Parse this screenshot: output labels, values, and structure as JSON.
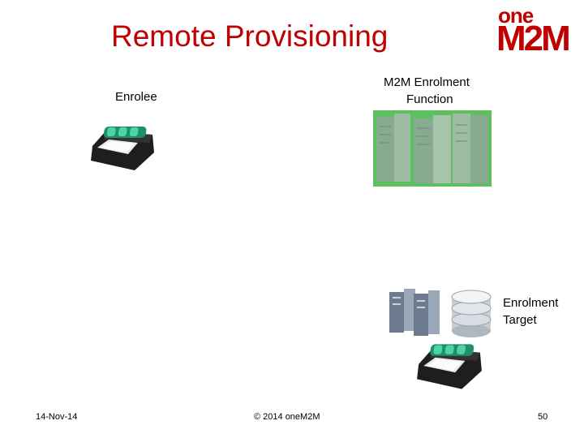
{
  "slide": {
    "title": "Remote Provisioning",
    "logo_text_top": "one",
    "logo_text_bottom": "M2M",
    "enrolee_label": "Enrolee",
    "mef_label_line1": "M2M Enrolment",
    "mef_label_line2": "Function",
    "target_label_line1": "Enrolment",
    "target_label_line2": "Target"
  },
  "footer": {
    "date": "14-Nov-14",
    "copyright": "© 2014 oneM2M",
    "page_number": "50"
  },
  "colors": {
    "title": "#c00000",
    "logo": "#c00000",
    "server_bg": "#5fbf5f"
  },
  "icons": [
    "device-icon",
    "server-rack-icon",
    "database-icon"
  ]
}
